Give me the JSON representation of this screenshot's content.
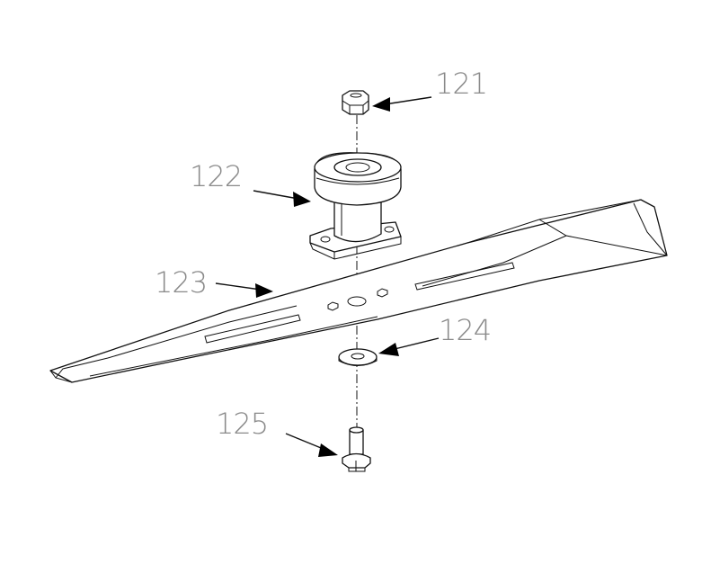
{
  "callouts": {
    "c121": "121",
    "c122": "122",
    "c123": "123",
    "c124": "124",
    "c125": "125"
  }
}
